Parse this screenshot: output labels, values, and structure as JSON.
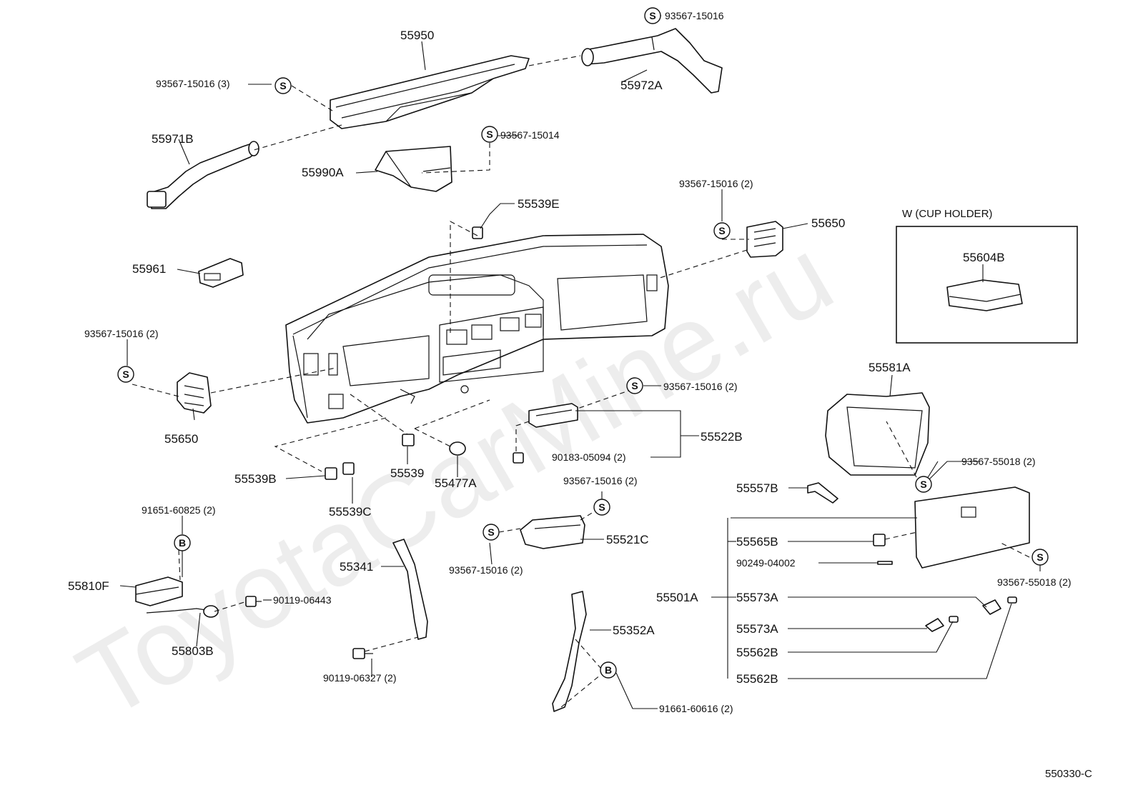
{
  "watermark": "ToyotaCarMine.ru",
  "diagram_code": "550330-C",
  "inset": {
    "title": "W (CUP HOLDER)",
    "part": "55604B"
  },
  "callouts": {
    "screw": "S",
    "bolt": "B"
  },
  "labels": {
    "p55950": "55950",
    "p93567_15016_top": "93567-15016",
    "p93567_15016_3": "93567-15016 (3)",
    "p55972A": "55972A",
    "p55971B": "55971B",
    "p93567_15014": "93567-15014",
    "p55990A": "55990A",
    "p55539E": "55539E",
    "p93567_15016_2_r": "93567-15016 (2)",
    "p55650_r": "55650",
    "p55961": "55961",
    "p93567_15016_2_l": "93567-15016 (2)",
    "p55650_l": "55650",
    "p93567_15016_2_m": "93567-15016 (2)",
    "p55522B": "55522B",
    "p55581A": "55581A",
    "p90183_05094": "90183-05094 (2)",
    "p55539B": "55539B",
    "p55539": "55539",
    "p55477A": "55477A",
    "p55539C": "55539C",
    "p93567_55018_2_u": "93567-55018 (2)",
    "p93567_15016_2_c": "93567-15016 (2)",
    "p55557B": "55557B",
    "p91651_60825": "91651-60825 (2)",
    "p55521C": "55521C",
    "p55565B": "55565B",
    "p93567_15016_2_b": "93567-15016 (2)",
    "p90249_04002": "90249-04002",
    "p55341": "55341",
    "p55810F": "55810F",
    "p90119_06443": "90119-06443",
    "p55501A": "55501A",
    "p55573A_1": "55573A",
    "p93567_55018_2_l": "93567-55018 (2)",
    "p55352A": "55352A",
    "p55573A_2": "55573A",
    "p55803B": "55803B",
    "p55562B_1": "55562B",
    "p90119_06327": "90119-06327 (2)",
    "p55562B_2": "55562B",
    "p91661_60616": "91661-60616 (2)"
  }
}
